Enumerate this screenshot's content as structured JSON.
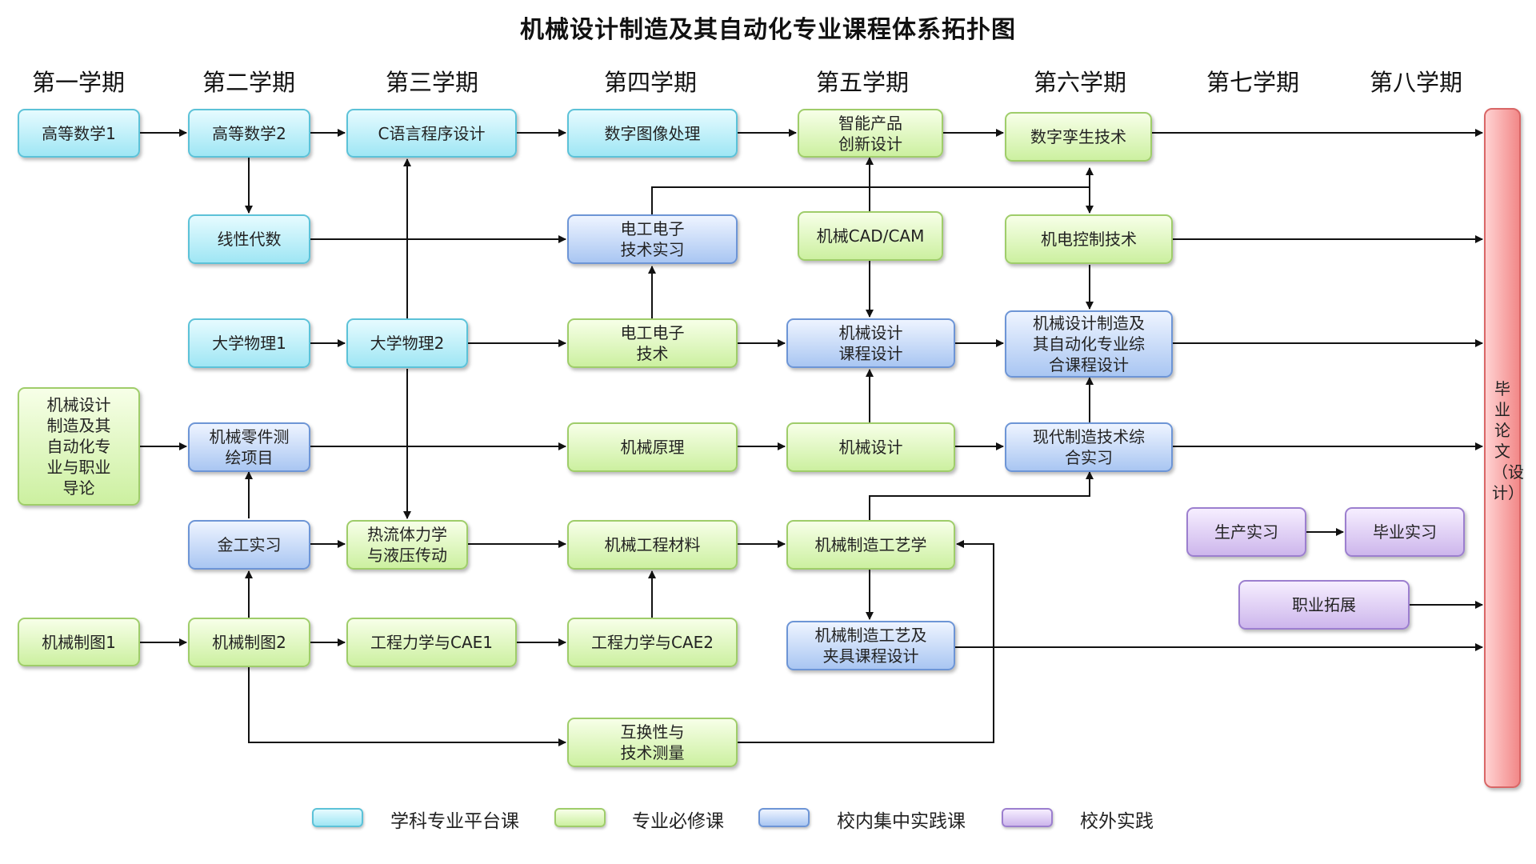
{
  "title": "机械设计制造及其自动化专业课程体系拓扑图",
  "semesters": [
    "第一学期",
    "第二学期",
    "第三学期",
    "第四学期",
    "第五学期",
    "第六学期",
    "第七学期",
    "第八学期"
  ],
  "courses": {
    "math1": "高等数学1",
    "math2": "高等数学2",
    "linear_algebra": "线性代数",
    "physics1": "大学物理1",
    "intro": "机械设计\n制造及其\n自动化专\n业与职业\n导论",
    "parts_drawing": "机械零件测\n绘项目",
    "metalwork": "金工实习",
    "drawing1": "机械制图1",
    "drawing2": "机械制图2",
    "c_programming": "C语言程序设计",
    "physics2": "大学物理2",
    "thermo_fluid": "热流体力学\n与液压传动",
    "mechanics_cae1": "工程力学与CAE1",
    "image_processing": "数字图像处理",
    "ee_practice": "电工电子\n技术实习",
    "ee_tech": "电工电子\n技术",
    "mechanism_principles": "机械原理",
    "materials": "机械工程材料",
    "mechanics_cae2": "工程力学与CAE2",
    "tolerance": "互换性与\n技术测量",
    "smart_product": "智能产品\n创新设计",
    "cad_cam": "机械CAD/CAM",
    "design_project": "机械设计\n课程设计",
    "machine_design": "机械设计",
    "manufacturing_process": "机械制造工艺学",
    "fixture_project": "机械制造工艺及\n夹具课程设计",
    "digital_twin": "数字孪生技术",
    "mechatronics_control": "机电控制技术",
    "comprehensive_project": "机械设计制造及\n其自动化专业综\n合课程设计",
    "modern_manufacturing": "现代制造技术综\n合实习",
    "production_internship": "生产实习",
    "graduation_internship": "毕业实习",
    "career_development": "职业拓展",
    "thesis": "毕业论文（设计）"
  },
  "legend": [
    {
      "label": "学科专业平台课",
      "category": "platform",
      "color": "#9fe6f4"
    },
    {
      "label": "专业必修课",
      "category": "required",
      "color": "#ccf0a0"
    },
    {
      "label": "校内集中实践课",
      "category": "practice",
      "color": "#a9c6f2"
    },
    {
      "label": "校外实践",
      "category": "external",
      "color": "#cdb6ec"
    }
  ],
  "thesis_color": "#f28888",
  "edges": [
    [
      "math1",
      "math2"
    ],
    [
      "math2",
      "c_programming"
    ],
    [
      "math2",
      "linear_algebra"
    ],
    [
      "c_programming",
      "image_processing"
    ],
    [
      "image_processing",
      "smart_product"
    ],
    [
      "smart_product",
      "digital_twin"
    ],
    [
      "digital_twin",
      "thesis"
    ],
    [
      "linear_algebra",
      "ee_practice"
    ],
    [
      "ee_tech",
      "ee_practice"
    ],
    [
      "ee_practice",
      "mechatronics_control"
    ],
    [
      "ee_practice",
      "digital_twin"
    ],
    [
      "cad_cam",
      "smart_product"
    ],
    [
      "cad_cam",
      "design_project"
    ],
    [
      "digital_twin",
      "mechatronics_control"
    ],
    [
      "mechatronics_control",
      "digital_twin"
    ],
    [
      "mechatronics_control",
      "comprehensive_project"
    ],
    [
      "mechatronics_control",
      "thesis"
    ],
    [
      "physics1",
      "physics2"
    ],
    [
      "physics2",
      "c_programming"
    ],
    [
      "physics2",
      "thermo_fluid"
    ],
    [
      "physics2",
      "ee_tech"
    ],
    [
      "ee_tech",
      "design_project"
    ],
    [
      "design_project",
      "comprehensive_project"
    ],
    [
      "comprehensive_project",
      "thesis"
    ],
    [
      "intro",
      "parts_drawing"
    ],
    [
      "parts_drawing",
      "mechanism_principles"
    ],
    [
      "mechanism_principles",
      "machine_design"
    ],
    [
      "machine_design",
      "design_project"
    ],
    [
      "machine_design",
      "modern_manufacturing"
    ],
    [
      "modern_manufacturing",
      "comprehensive_project"
    ],
    [
      "modern_manufacturing",
      "thesis"
    ],
    [
      "metalwork",
      "parts_drawing"
    ],
    [
      "metalwork",
      "thermo_fluid"
    ],
    [
      "thermo_fluid",
      "materials"
    ],
    [
      "materials",
      "manufacturing_process"
    ],
    [
      "manufacturing_process",
      "modern_manufacturing"
    ],
    [
      "manufacturing_process",
      "fixture_project"
    ],
    [
      "fixture_project",
      "thesis"
    ],
    [
      "drawing1",
      "drawing2"
    ],
    [
      "drawing2",
      "metalwork"
    ],
    [
      "drawing2",
      "mechanics_cae1"
    ],
    [
      "mechanics_cae1",
      "mechanics_cae2"
    ],
    [
      "mechanics_cae2",
      "materials"
    ],
    [
      "drawing2",
      "tolerance"
    ],
    [
      "tolerance",
      "manufacturing_process"
    ],
    [
      "production_internship",
      "graduation_internship"
    ],
    [
      "career_development",
      "thesis"
    ]
  ]
}
